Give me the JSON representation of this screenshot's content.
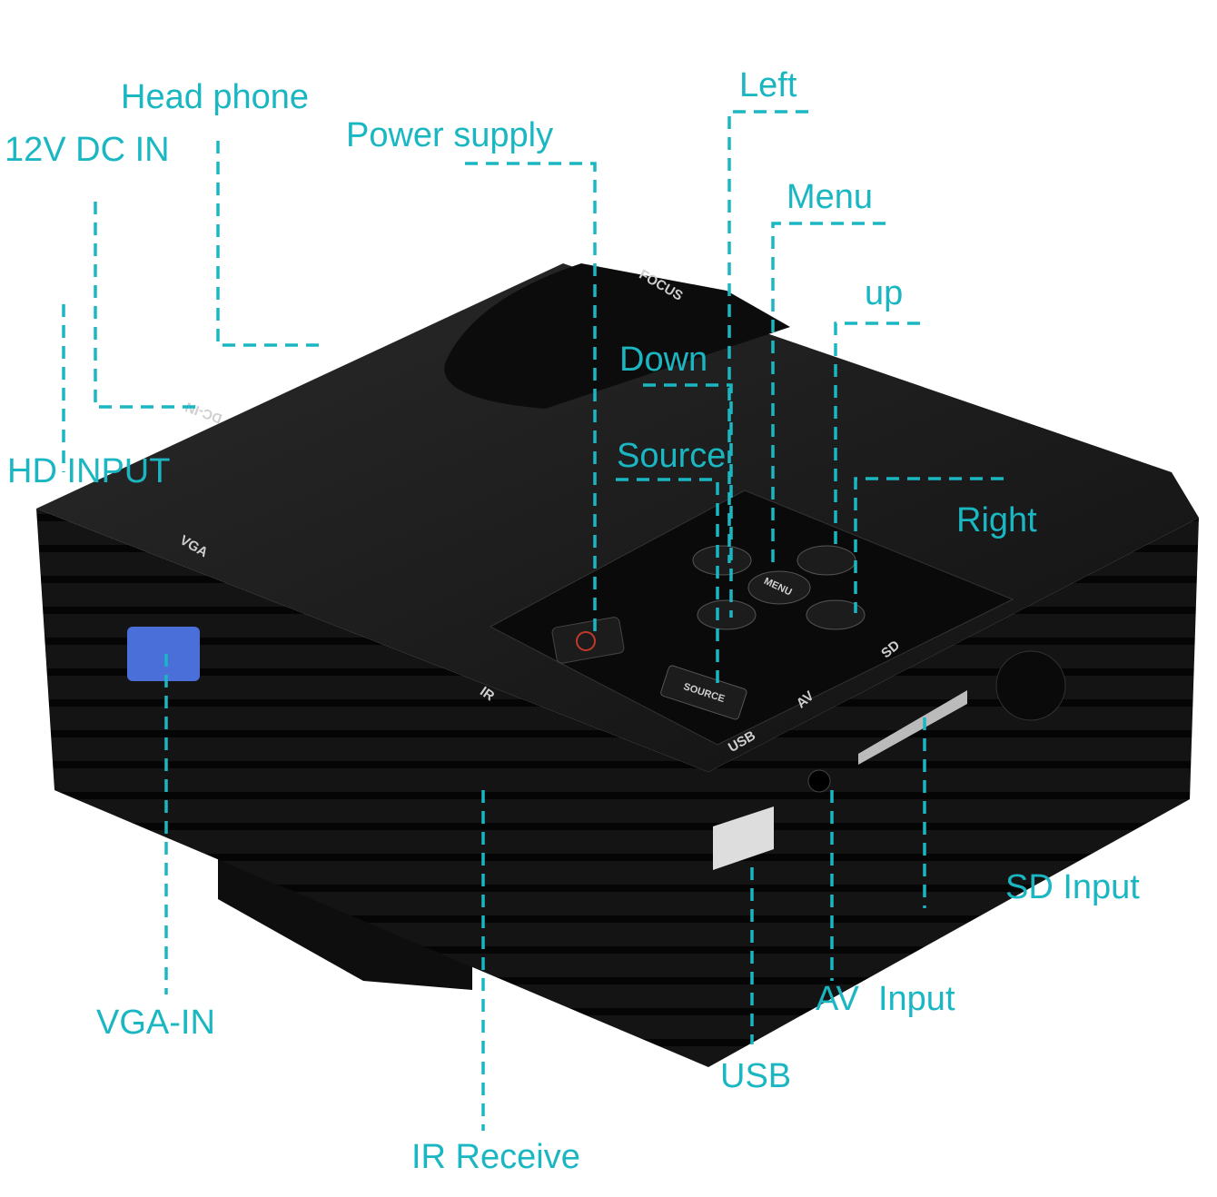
{
  "labels": {
    "head_phone": "Head phone",
    "dc_in": "12V DC IN",
    "power_supply": "Power supply",
    "left": "Left",
    "menu": "Menu",
    "up": "up",
    "down": "Down",
    "source": "Source",
    "right": "Right",
    "hd_input": "HD INPUT",
    "sd_input": "SD Input",
    "av_input": "AV  Input",
    "usb": "USB",
    "vga_in": "VGA-IN",
    "ir_receive": "IR Receive"
  },
  "device_markings": {
    "focus": "FOCUS",
    "dc_in": "DC-IN",
    "vga": "VGA",
    "ir": "IR",
    "usb": "USB",
    "av": "AV",
    "sd": "SD",
    "menu": "MENU",
    "source": "SOURCE"
  },
  "colors": {
    "callout": "#1ab7c3",
    "device": "#151515"
  }
}
